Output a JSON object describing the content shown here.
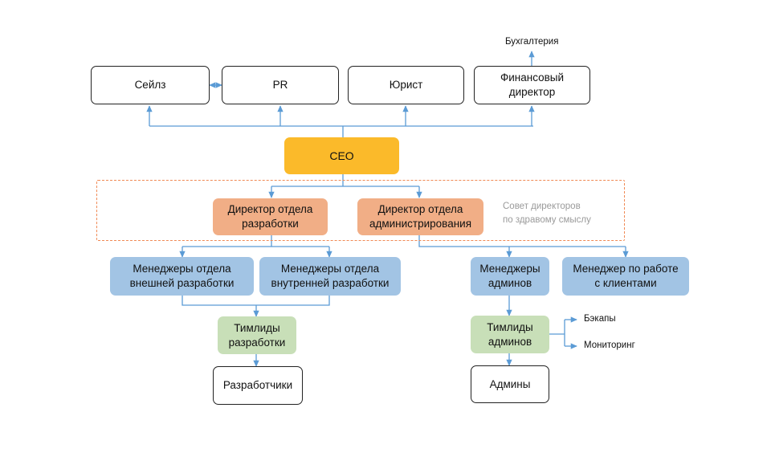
{
  "top": {
    "sales": "Сейлз",
    "pr": "PR",
    "lawyer": "Юрист",
    "cfo": "Финансовый\nдиректор",
    "accounting": "Бухгалтерия"
  },
  "ceo": "CEO",
  "board": {
    "dev_director": "Директор отдела\nразработки",
    "admin_director": "Директор отдела\nадминистрирования",
    "note": "Совет директоров\nпо здравому смыслу"
  },
  "managers": {
    "ext_dev": "Менеджеры отдела\nвнешней разработки",
    "int_dev": "Менеджеры отдела\nвнутренней разработки",
    "admins": "Менеджеры\nадминов",
    "clients": "Менеджер по работе\nс клиентами"
  },
  "leads": {
    "dev": "Тимлиды\nразработки",
    "admins": "Тимлиды\nадминов"
  },
  "bottom": {
    "developers": "Разработчики",
    "admins": "Админы",
    "backups": "Бэкапы",
    "monitoring": "Мониторинг"
  },
  "colors": {
    "ceo": "#FBBA2A",
    "director": "#F1AE86",
    "manager": "#A2C4E4",
    "lead": "#C8DFB8",
    "connector": "#5B9BD5",
    "board_border": "#F08A55"
  }
}
